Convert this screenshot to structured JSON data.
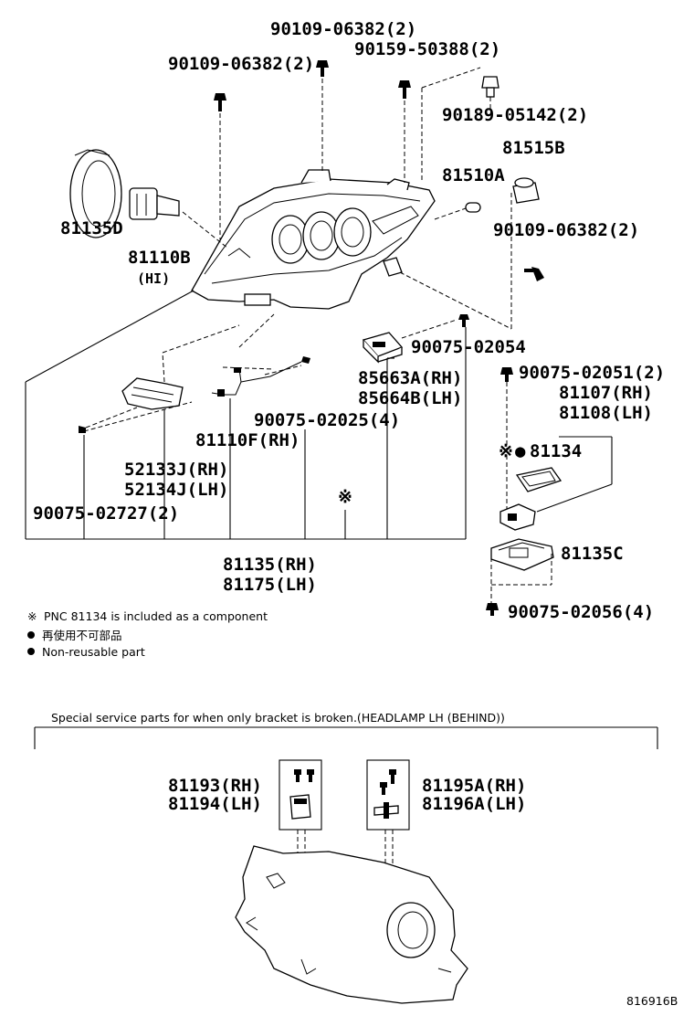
{
  "diagram_id": "816916B",
  "parts": {
    "bolt_top_left": "90109-06382(2)",
    "bolt_top_center": "90109-06382(2)",
    "screw_top_right": "90159-50388(2)",
    "clip_top_right": "90189-05142(2)",
    "cap_81135D": "81135D",
    "bulb_81110B": "81110B",
    "bulb_hi": "(HI)",
    "socket_81515B": "81515B",
    "bulb_81510A": "81510A",
    "bolt_right": "90109-06382(2)",
    "screw_90075_02054": "90075-02054",
    "ecu_rh": "85663A(RH)",
    "ecu_lh": "85664B(LH)",
    "screw_90075_02051": "90075-02051(2)",
    "module_rh": "81107(RH)",
    "module_lh": "81108(LH)",
    "wire_81110F": "81110F(RH)",
    "screw_90075_02025": "90075-02025(4)",
    "marker_81134": "81134",
    "reflector_rh": "52133J(RH)",
    "reflector_lh": "52134J(LH)",
    "screw_90075_02727": "90075-02727(2)",
    "assy_rh": "81135(RH)",
    "assy_lh": "81175(LH)",
    "ballast_81135C": "81135C",
    "screw_90075_02056": "90075-02056(4)"
  },
  "symbols": {
    "ref_mark": "※",
    "bullet": "●"
  },
  "notes": {
    "pnc_note": "PNC 81134 is included as a component",
    "non_reusable_jp": "再使用不可部品",
    "non_reusable_en": "Non-reusable part"
  },
  "special": {
    "heading": "Special service parts for when only bracket is broken.(HEADLAMP LH (BEHIND))",
    "bracket_a_rh": "81193(RH)",
    "bracket_a_lh": "81194(LH)",
    "bracket_b_rh": "81195A(RH)",
    "bracket_b_lh": "81196A(LH)"
  }
}
